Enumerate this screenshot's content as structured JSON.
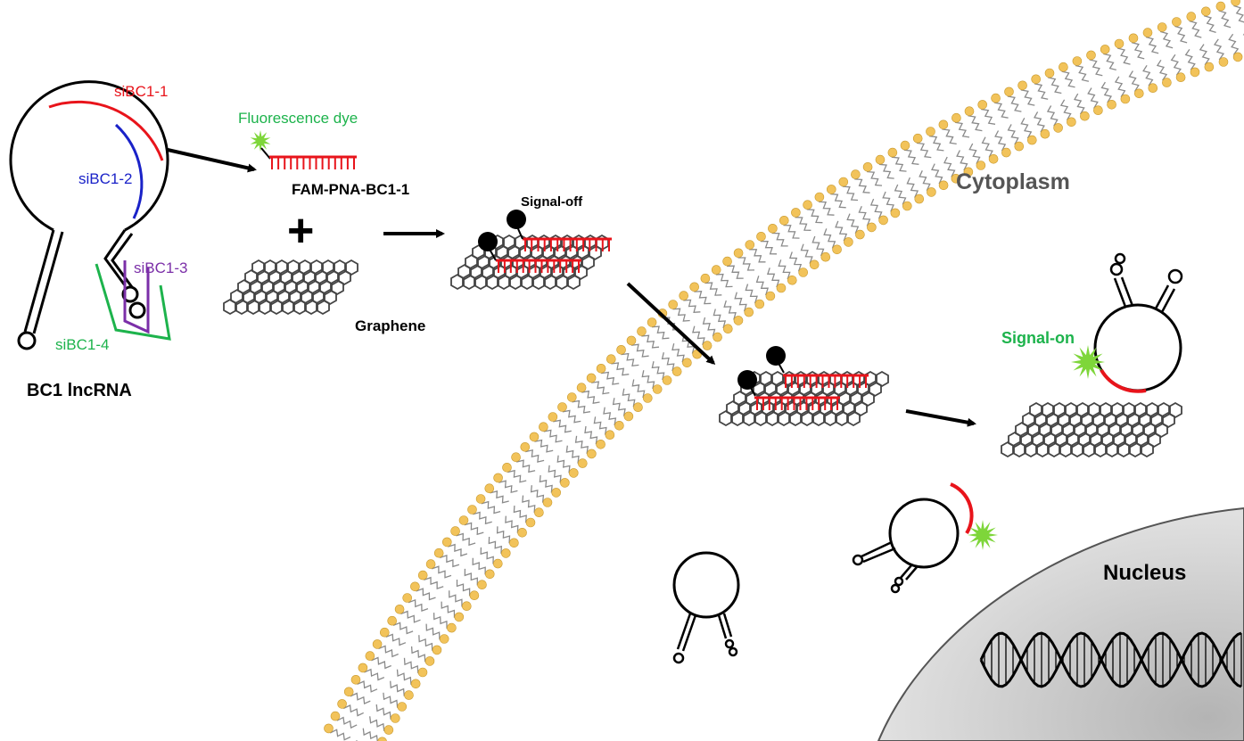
{
  "labels": {
    "sibc1_1": "siBC1-1",
    "sibc1_2": "siBC1-2",
    "sibc1_3": "siBC1-3",
    "sibc1_4": "siBC1-4",
    "bc1_lncrna": "BC1 lncRNA",
    "fluorescence_dye": "Fluorescence dye",
    "fam_pna": "FAM-PNA-BC1-1",
    "graphene": "Graphene",
    "signal_off": "Signal-off",
    "signal_on": "Signal-on",
    "cytoplasm": "Cytoplasm",
    "nucleus": "Nucleus",
    "plus": "+"
  },
  "colors": {
    "red": "#e8141b",
    "blue": "#1a22c8",
    "purple": "#7b2fa8",
    "green": "#1db34c",
    "dye_green": "#7ed63a",
    "lipid_head": "#f2c35a",
    "text_gray": "#555555",
    "nucleus_fill": "#c9c9c9"
  }
}
